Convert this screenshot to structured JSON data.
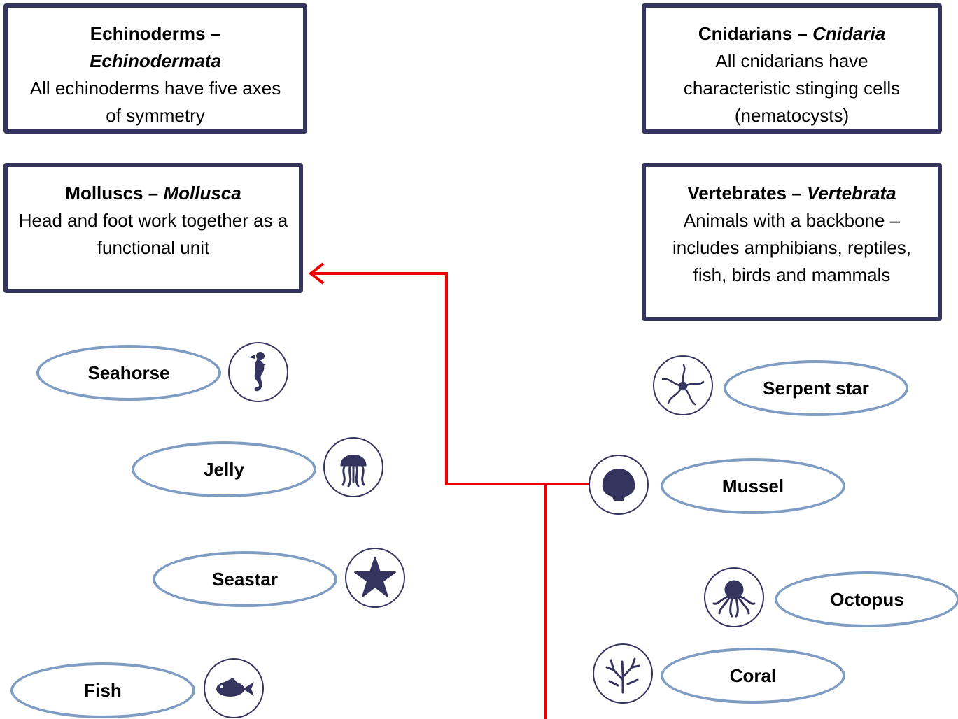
{
  "groups": [
    {
      "name": "Echinoderms –",
      "sci": "Echinodermata",
      "desc": "All echinoderms have five axes of symmetry"
    },
    {
      "name": "Cnidarians –",
      "sci": "Cnidaria",
      "desc": "All cnidarians have characteristic stinging cells (nematocysts)"
    },
    {
      "name": "Molluscs –",
      "sci": "Mollusca",
      "desc": "Head and foot work together as a functional unit"
    },
    {
      "name": "Vertebrates –",
      "sci": "Vertebrata",
      "desc": "Animals with a backbone – includes amphibians, reptiles, fish, birds and mammals"
    }
  ],
  "animals": [
    {
      "label": "Seahorse",
      "icon": "seahorse-icon"
    },
    {
      "label": "Jelly",
      "icon": "jellyfish-icon"
    },
    {
      "label": "Seastar",
      "icon": "seastar-icon"
    },
    {
      "label": "Fish",
      "icon": "fish-icon"
    },
    {
      "label": "Serpent star",
      "icon": "serpent-star-icon"
    },
    {
      "label": "Mussel",
      "icon": "shell-icon"
    },
    {
      "label": "Octopus",
      "icon": "octopus-icon"
    },
    {
      "label": "Coral",
      "icon": "coral-icon"
    }
  ],
  "colors": {
    "box_border": "#35345f",
    "oval_border": "#7f9cc3",
    "connector": "#ee0000",
    "icon_fill": "#35345f"
  }
}
